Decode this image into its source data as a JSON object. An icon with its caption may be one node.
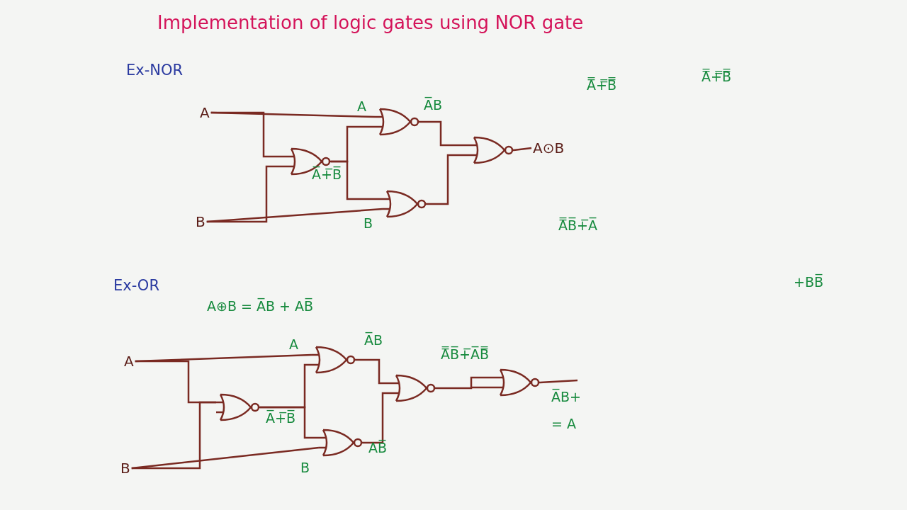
{
  "diagram": {
    "title": "Implementation of logic gates using NOR gate",
    "nodes": [
      {
        "text": [
          "A"
        ]
      },
      {
        "text": [
          "B"
        ]
      },
      {
        "text": [],
        "shape": "gate"
      },
      {
        "text": [],
        "shape": "gate"
      },
      {
        "text": [],
        "shape": "gate"
      },
      {
        "text": [],
        "shape": "gate"
      },
      {
        "text": [
          "A⊙B"
        ]
      },
      {
        "text": [
          "A"
        ]
      },
      {
        "text": [
          "B"
        ]
      },
      {
        "text": [],
        "shape": "gate"
      },
      {
        "text": [],
        "shape": "gate"
      },
      {
        "text": [],
        "shape": "gate"
      },
      {
        "text": [],
        "shape": "gate"
      },
      {
        "text": [],
        "shape": "gate"
      }
    ],
    "edges": [
      {
        "from": 0,
        "to": 3,
        "arrow": "none"
      },
      {
        "from": 0,
        "to": 2,
        "arrow": "none"
      },
      {
        "from": 1,
        "to": 2,
        "arrow": "none"
      },
      {
        "from": 1,
        "to": 4,
        "arrow": "none"
      },
      {
        "from": 2,
        "to": 3,
        "arrow": "none"
      },
      {
        "from": 2,
        "to": 4,
        "arrow": "none"
      },
      {
        "from": 3,
        "to": 5,
        "arrow": "none"
      },
      {
        "from": 4,
        "to": 5,
        "arrow": "none"
      },
      {
        "from": 5,
        "to": 6,
        "arrow": "none"
      },
      {
        "from": 7,
        "to": 10,
        "arrow": "none"
      },
      {
        "from": 7,
        "to": 9,
        "arrow": "none"
      },
      {
        "from": 8,
        "to": 9,
        "arrow": "none"
      },
      {
        "from": 8,
        "to": 11,
        "arrow": "none"
      },
      {
        "from": 9,
        "to": 10,
        "arrow": "none"
      },
      {
        "from": 9,
        "to": 11,
        "arrow": "none"
      },
      {
        "from": 10,
        "to": 12,
        "arrow": "none"
      },
      {
        "from": 11,
        "to": 12,
        "arrow": "none"
      },
      {
        "from": 12,
        "to": 13,
        "arrow": "none"
      },
      {
        "from": 13,
        "to": null,
        "arrow": "none"
      }
    ],
    "labels": [
      "Ex-NOR",
      "A",
      "A̅B",
      "A̅+̅B̅",
      "B",
      "A̿+̿B̿",
      "A̿+̿B̿",
      "A̿B̅+̅A̅",
      "+BB̅",
      "Ex-OR",
      "A⊕B = A̅B + AB̅",
      "A",
      "A̅B",
      "A̿B̅+̅A̅B̿",
      "A̅+̅B̅",
      "B",
      "AB̅",
      "A̅B+",
      "= A"
    ]
  }
}
